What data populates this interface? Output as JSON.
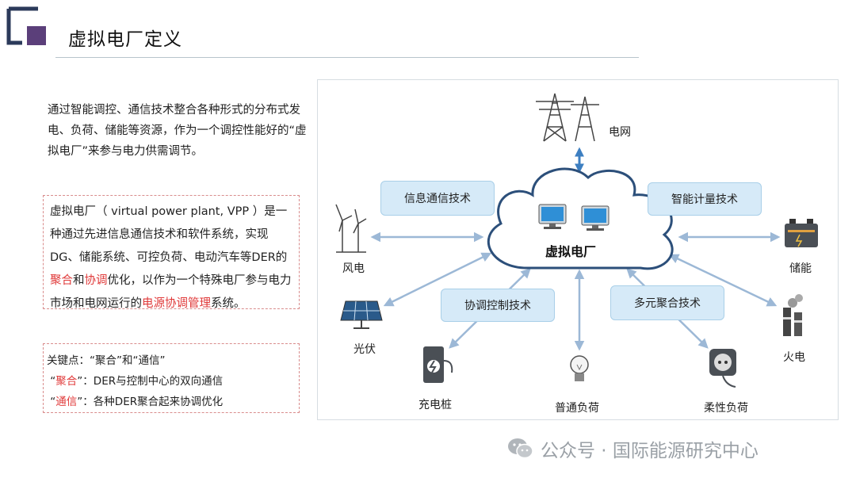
{
  "title": "虚拟电厂定义",
  "intro": "通过智能调控、通信技术整合各种形式的分布式发电、负荷、储能等资源，作为一个调控性能好的“虚拟电厂”来参与电力供需调节。",
  "definition": {
    "part1": "虚拟电厂（ virtual power plant, VPP ）是一种通过先进信息通信技术和软件系统，实现DG、储能系统、可控负荷、电动汽车等DER的",
    "hl1": "聚合",
    "part2": "和",
    "hl2": "协调",
    "part3": "优化，以作为一个特殊电厂参与电力市场和电网运行的",
    "hl3": "电源协调管理",
    "part4": "系统。"
  },
  "key_points": {
    "heading": "关键点：“聚合”和“通信”",
    "item1_term": "聚合",
    "item1_desc": "：DER与控制中心的双向通信",
    "item2_term": "通信",
    "item2_desc": "：各种DER聚合起来协调优化"
  },
  "diagram": {
    "center": "虚拟电厂",
    "tech": {
      "info_comm": "信息通信技术",
      "smart_meter": "智能计量技术",
      "coord_control": "协调控制技术",
      "multi_aggregate": "多元聚合技术"
    },
    "nodes": {
      "grid": "电网",
      "wind": "风电",
      "storage": "储能",
      "solar": "光伏",
      "thermal": "火电",
      "charging": "充电桩",
      "normal_load": "普通负荷",
      "flexible_load": "柔性负荷"
    },
    "icons": [
      "transmission-tower-icon",
      "wind-turbine-icon",
      "battery-icon",
      "solar-panel-icon",
      "power-plant-icon",
      "charging-station-icon",
      "light-bulb-icon",
      "power-socket-icon",
      "computer-monitor-icon"
    ],
    "colors": {
      "arrow": "#9cb8d6",
      "cloud_stroke": "#2c4f7a",
      "tech_fill": "#d6eaf8",
      "highlight": "#e03a3a"
    }
  },
  "watermark": "公众号 · 国际能源研究中心"
}
